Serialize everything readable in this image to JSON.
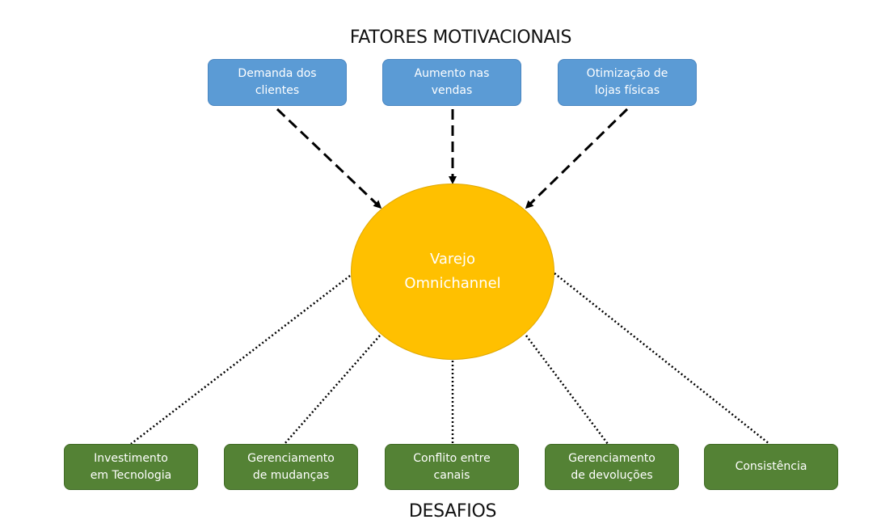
{
  "diagram": {
    "top_heading": "FATORES MOTIVACIONAIS",
    "bottom_heading": "DESAFIOS",
    "center_label": "Varejo\nOmnichannel",
    "motivators": [
      {
        "label": "Demanda dos\nclientes"
      },
      {
        "label": "Aumento nas\nvendas"
      },
      {
        "label": "Otimização de\nlojas físicas"
      }
    ],
    "challenges": [
      {
        "label": "Investimento\nem Tecnologia"
      },
      {
        "label": "Gerenciamento\nde mudanças"
      },
      {
        "label": "Conflito entre\ncanais"
      },
      {
        "label": "Gerenciamento\nde devoluções"
      },
      {
        "label": "Consistência"
      }
    ],
    "colors": {
      "motivator_box": "#5b9bd5",
      "challenge_box": "#548235",
      "center_circle": "#ffc000",
      "connector": "#000000"
    }
  }
}
